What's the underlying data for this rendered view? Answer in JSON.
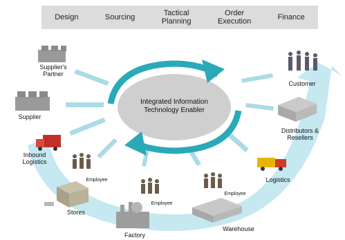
{
  "header": {
    "tabs": [
      "Design",
      "Sourcing",
      "Tactical\nPlanning",
      "Order\nExecution",
      "Finance"
    ]
  },
  "hub": {
    "label": "Integrated Information\nTechnology Enabler"
  },
  "nodes": {
    "suppliers_partner": "Supplier's\nPartner",
    "supplier": "Supplier",
    "inbound_logistics": "Inbound\nLogistics",
    "employee_stores": "Employee",
    "stores": "Stores",
    "employee_factory": "Employee",
    "factory": "Factory",
    "employee_warehouse": "Employee",
    "warehouse": "Warehouse",
    "logistics": "Logistics",
    "distributors": "Distributors &\nResellers",
    "customer": "Customer"
  },
  "colors": {
    "flow_band": "#bfe6ef",
    "hub_arrow": "#2aa9b8",
    "hub_ellipse": "#cfcfcf",
    "spoke": "#aadbe6",
    "header_bg": "#dcdcdc"
  }
}
